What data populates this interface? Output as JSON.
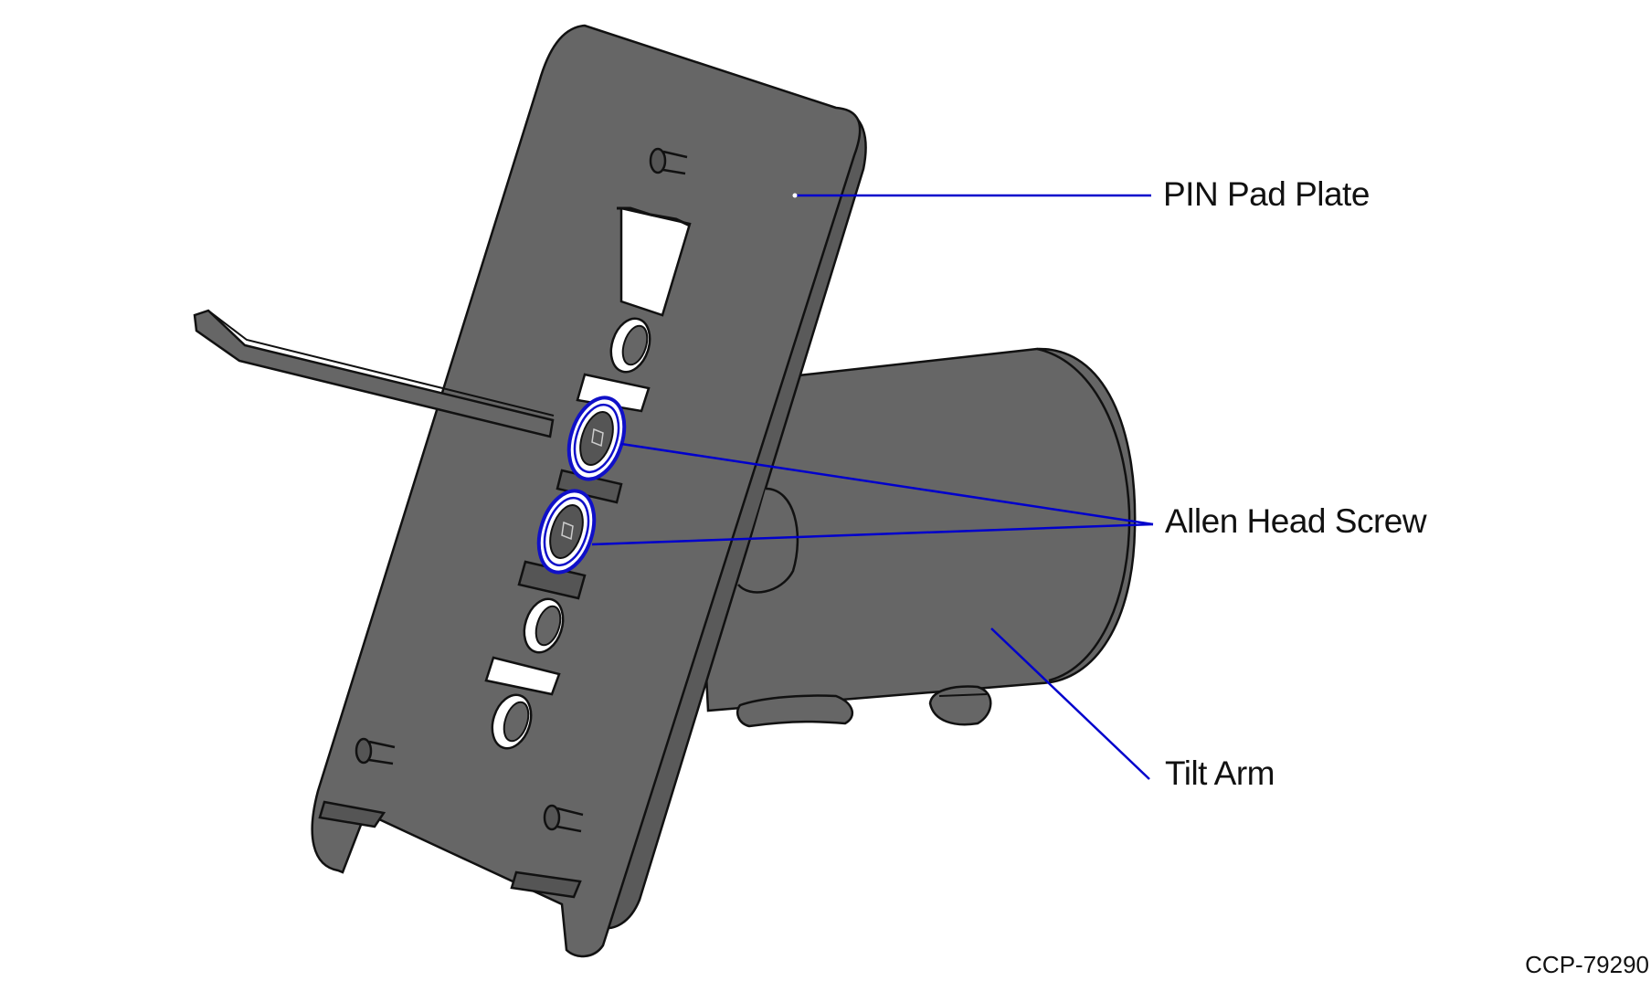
{
  "diagram": {
    "callouts": {
      "pin_pad_plate": "PIN Pad Plate",
      "allen_head_screw": "Allen Head Screw",
      "tilt_arm": "Tilt Arm"
    },
    "figure_id": "CCP-79290",
    "colors": {
      "part_fill": "#666666",
      "outline": "#111111",
      "leader_line": "#0000cc",
      "screw_highlight": "#1010c8"
    }
  }
}
